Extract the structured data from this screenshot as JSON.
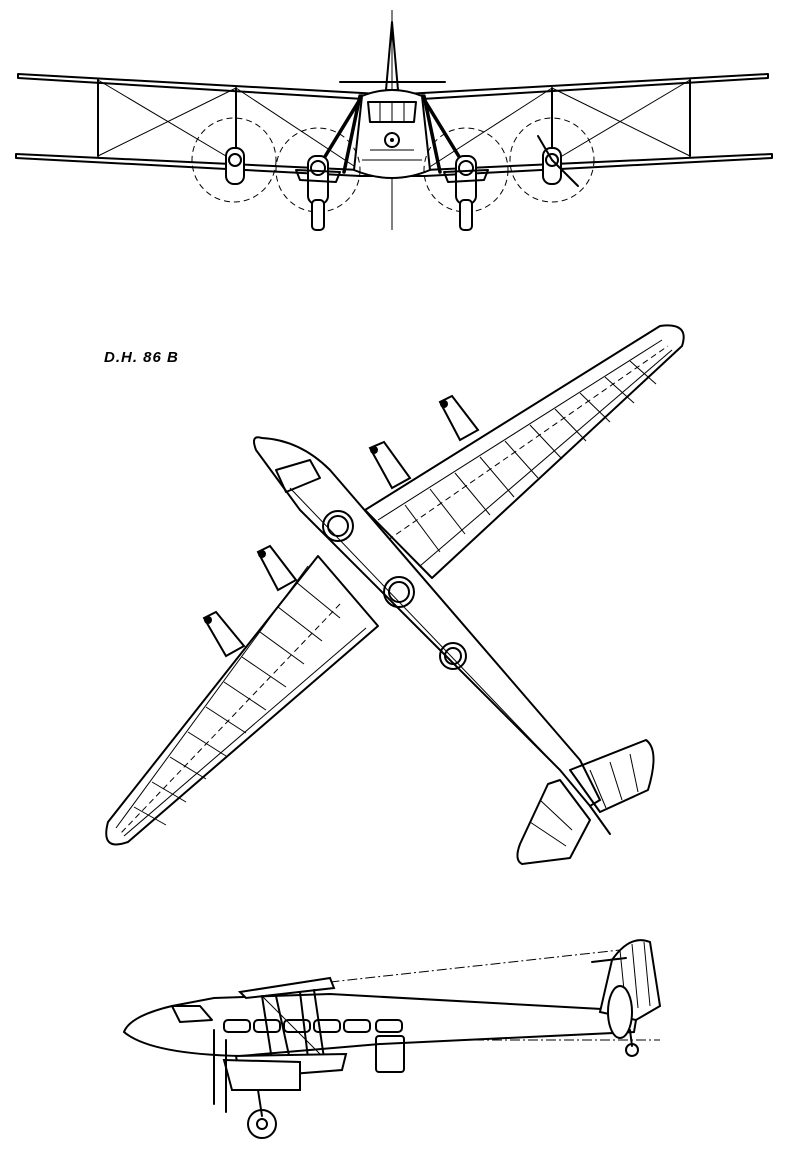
{
  "drawing": {
    "designation": "D.H. 86 B",
    "views": [
      "front-view",
      "plan-view",
      "side-view"
    ]
  }
}
